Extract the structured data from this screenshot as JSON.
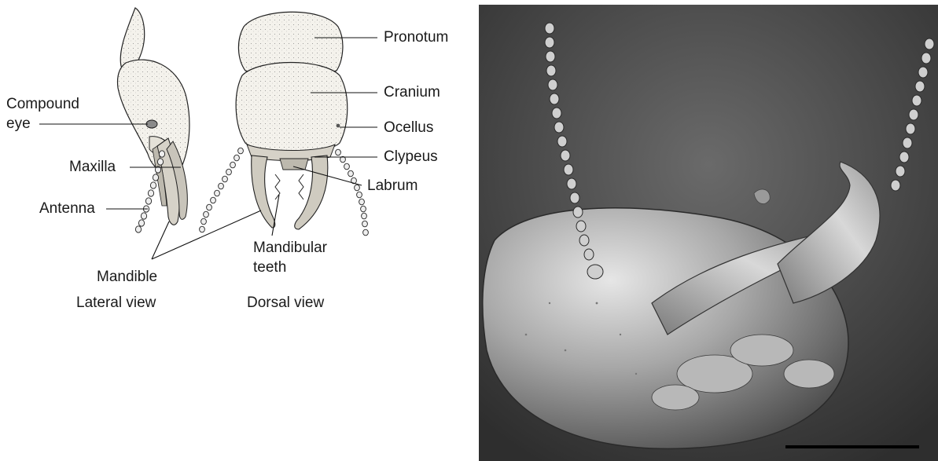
{
  "labels": {
    "pronotum": "Pronotum",
    "cranium": "Cranium",
    "compound_eye_line1": "Compound",
    "compound_eye_line2": "eye",
    "ocellus": "Ocellus",
    "clypeus": "Clypeus",
    "maxilla": "Maxilla",
    "labrum": "Labrum",
    "antenna": "Antenna",
    "mandible": "Mandible",
    "mandibular_teeth_line1": "Mandibular",
    "mandibular_teeth_line2": "teeth",
    "lateral_view": "Lateral view",
    "dorsal_view": "Dorsal view"
  },
  "colors": {
    "ink": "#1a1a1a",
    "head_fill": "#f2f0ea",
    "sem_background": "#3a3a3a",
    "sem_highlight": "#d9d9d9",
    "scale_bar": "#000000"
  }
}
